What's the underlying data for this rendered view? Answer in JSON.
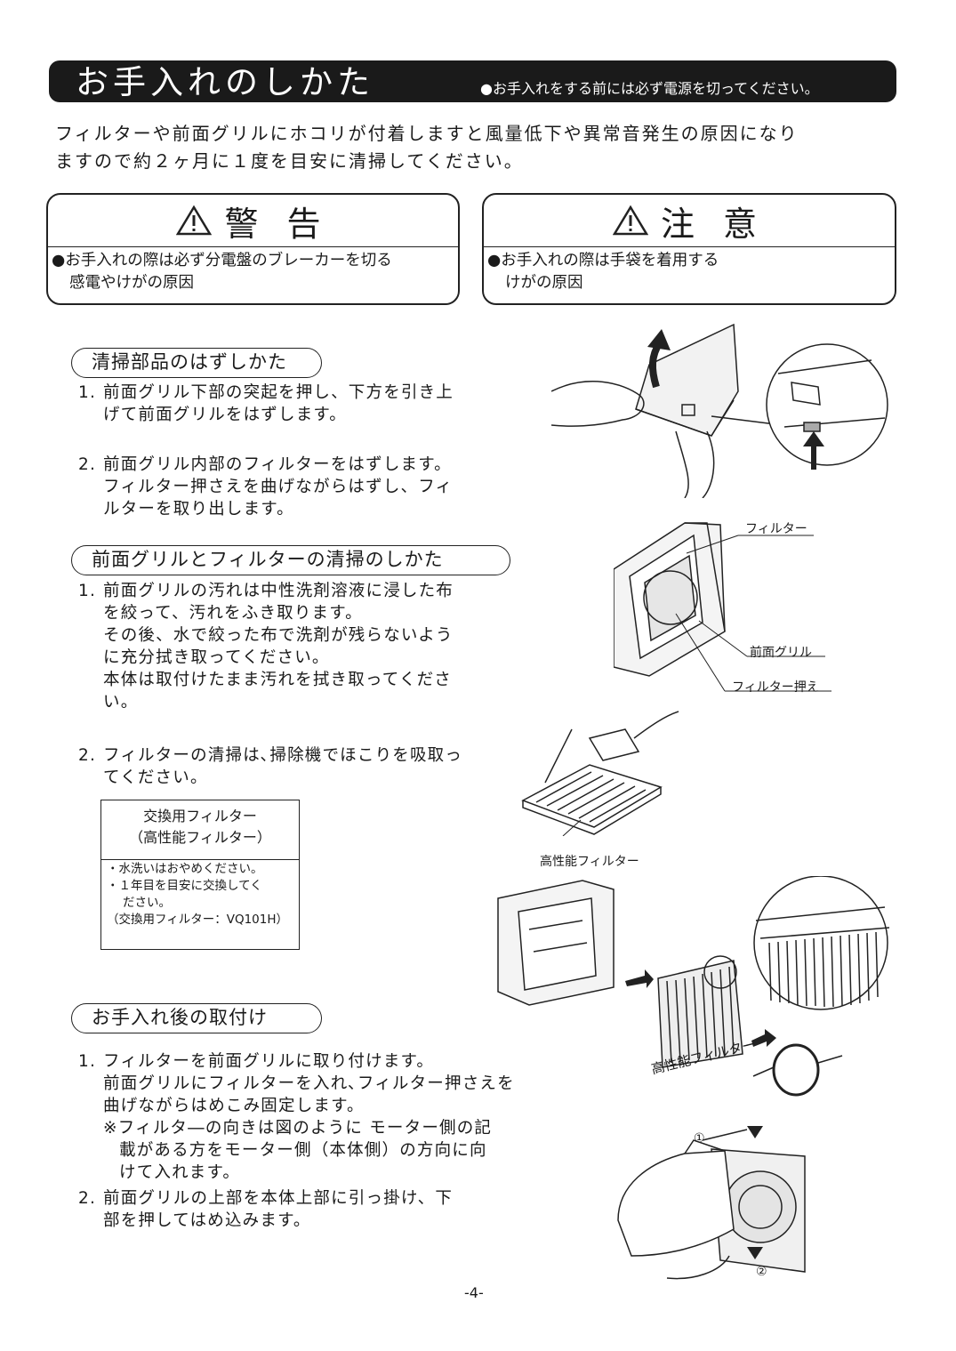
{
  "header": {
    "title": "お手入れのしかた",
    "note": "●お手入れをする前には必ず電源を切ってください。"
  },
  "intro": {
    "line1": "フィルターや前面グリルにホコリが付着しますと風量低下や異常音発生の原因になり",
    "line2": "ますので約２ヶ月に１度を目安に清掃してください。"
  },
  "warning": {
    "title": "警 告",
    "line1": "●お手入れの際は必ず分電盤のブレーカーを切る",
    "line2": "感電やけがの原因"
  },
  "caution": {
    "title": "注 意",
    "line1": "●お手入れの際は手袋を着用する",
    "line2": "けがの原因"
  },
  "section_remove": {
    "heading": "清掃部品のはずしかた",
    "steps": [
      {
        "num": "1.",
        "lines": [
          "前面グリル下部の突起を押し、下方を引き上",
          "げて前面グリルをはずします。"
        ]
      },
      {
        "num": "2.",
        "lines": [
          "前面グリル内部のフィルターをはずします。",
          "フィルター押さえを曲げながらはずし、フィ",
          "ルターを取り出します。"
        ]
      }
    ]
  },
  "section_clean": {
    "heading": "前面グリルとフィルターの清掃のしかた",
    "steps": [
      {
        "num": "1.",
        "lines": [
          "前面グリルの汚れは中性洗剤溶液に浸した布",
          "を絞って、汚れをふき取ります。",
          "その後、水で絞った布で洗剤が残らないよう",
          "に充分拭き取ってください。",
          "本体は取付けたまま汚れを拭き取ってくださ",
          "い。"
        ]
      },
      {
        "num": "2.",
        "lines": [
          "フィルターの清掃は､掃除機でほこりを吸取っ",
          "てください。"
        ]
      }
    ]
  },
  "replacement_box": {
    "title1": "交換用フィルター",
    "title2": "（高性能フィルター）",
    "line1": "・水洗いはおやめください。",
    "line2": "・１年目を目安に交換してく",
    "line3": "ださい。",
    "line4": "（交換用フィルター：VQ101H）"
  },
  "section_reinstall": {
    "heading": "お手入れ後の取付け",
    "steps": [
      {
        "num": "1.",
        "lines": [
          "フィルターを前面グリルに取り付けます。",
          "前面グリルにフィルターを入れ､フィルター押さえを",
          "曲げながらはめこみ固定します。"
        ],
        "note": [
          "※フィルタ―の向きは図のように モーター側の記",
          "載がある方をモーター側（本体側）の方向に向",
          "けて入れます。"
        ]
      },
      {
        "num": "2.",
        "lines": [
          "前面グリルの上部を本体上部に引っ掛け、下",
          "部を押してはめ込みます。"
        ]
      }
    ]
  },
  "figure_labels": {
    "filter": "フィルター",
    "front_grill": "前面グリル",
    "filter_holder": "フィルター押え",
    "hp_filter": "高性能フィルター",
    "hp_filter_rotated": "高性能フィルター",
    "step1_marker": "①",
    "step2_marker": "②"
  },
  "page_number": "-4-"
}
